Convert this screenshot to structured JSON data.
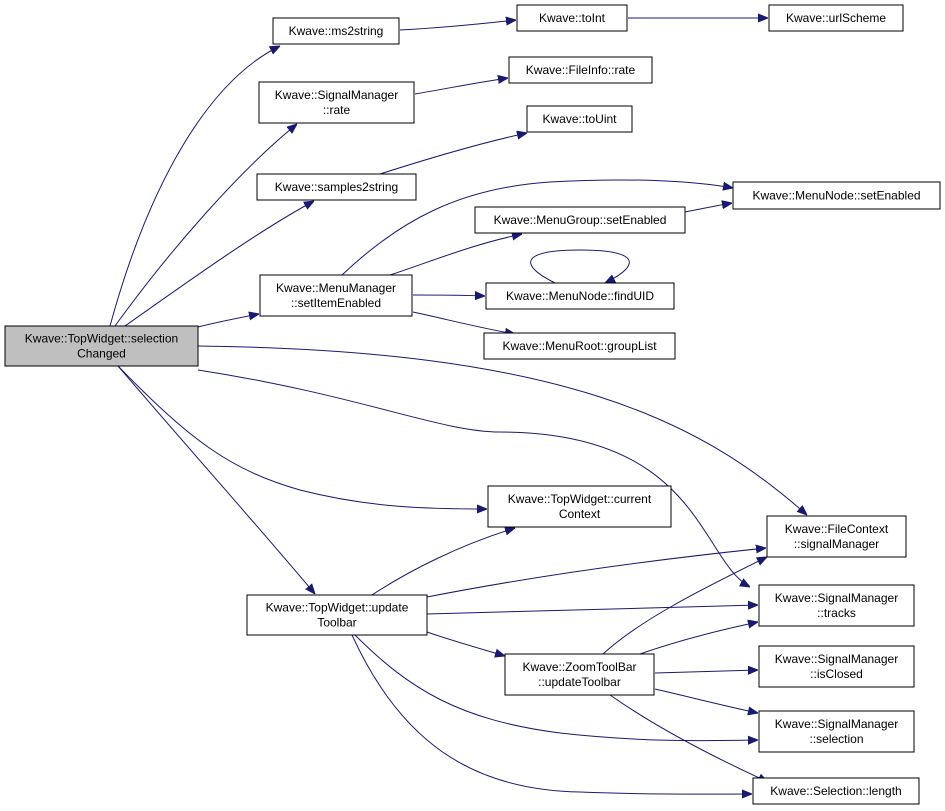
{
  "diagram": {
    "nodes": [
      {
        "id": "selectionChanged",
        "lines": [
          "Kwave::TopWidget::selection",
          "Changed"
        ],
        "root": true
      },
      {
        "id": "ms2string",
        "lines": [
          "Kwave::ms2string"
        ]
      },
      {
        "id": "toInt",
        "lines": [
          "Kwave::toInt"
        ]
      },
      {
        "id": "urlScheme",
        "lines": [
          "Kwave::urlScheme"
        ]
      },
      {
        "id": "fileInfoRate",
        "lines": [
          "Kwave::FileInfo::rate"
        ]
      },
      {
        "id": "signalManagerRate",
        "lines": [
          "Kwave::SignalManager",
          "::rate"
        ]
      },
      {
        "id": "toUint",
        "lines": [
          "Kwave::toUint"
        ]
      },
      {
        "id": "samples2string",
        "lines": [
          "Kwave::samples2string"
        ]
      },
      {
        "id": "menuNodeSetEnabled",
        "lines": [
          "Kwave::MenuNode::setEnabled"
        ]
      },
      {
        "id": "menuGroupSetEnabled",
        "lines": [
          "Kwave::MenuGroup::setEnabled"
        ]
      },
      {
        "id": "setItemEnabled",
        "lines": [
          "Kwave::MenuManager",
          "::setItemEnabled"
        ]
      },
      {
        "id": "findUID",
        "lines": [
          "Kwave::MenuNode::findUID"
        ]
      },
      {
        "id": "groupList",
        "lines": [
          "Kwave::MenuRoot::groupList"
        ]
      },
      {
        "id": "currentContext",
        "lines": [
          "Kwave::TopWidget::current",
          "Context"
        ]
      },
      {
        "id": "fcSignalManager",
        "lines": [
          "Kwave::FileContext",
          "::signalManager"
        ]
      },
      {
        "id": "updateToolbar",
        "lines": [
          "Kwave::TopWidget::update",
          "Toolbar"
        ]
      },
      {
        "id": "tracks",
        "lines": [
          "Kwave::SignalManager",
          "::tracks"
        ]
      },
      {
        "id": "zoomUpdateToolbar",
        "lines": [
          "Kwave::ZoomToolBar",
          "::updateToolbar"
        ]
      },
      {
        "id": "isClosed",
        "lines": [
          "Kwave::SignalManager",
          "::isClosed"
        ]
      },
      {
        "id": "smSelection",
        "lines": [
          "Kwave::SignalManager",
          "::selection"
        ]
      },
      {
        "id": "selectionLength",
        "lines": [
          "Kwave::Selection::length"
        ]
      }
    ],
    "edges": [
      {
        "from": "selectionChanged",
        "to": "ms2string"
      },
      {
        "from": "selectionChanged",
        "to": "signalManagerRate"
      },
      {
        "from": "selectionChanged",
        "to": "samples2string"
      },
      {
        "from": "selectionChanged",
        "to": "setItemEnabled"
      },
      {
        "from": "selectionChanged",
        "to": "fcSignalManager"
      },
      {
        "from": "selectionChanged",
        "to": "tracks"
      },
      {
        "from": "selectionChanged",
        "to": "currentContext"
      },
      {
        "from": "selectionChanged",
        "to": "updateToolbar"
      },
      {
        "from": "ms2string",
        "to": "toInt"
      },
      {
        "from": "toInt",
        "to": "urlScheme"
      },
      {
        "from": "signalManagerRate",
        "to": "fileInfoRate"
      },
      {
        "from": "samples2string",
        "to": "toUint"
      },
      {
        "from": "setItemEnabled",
        "to": "menuNodeSetEnabled"
      },
      {
        "from": "setItemEnabled",
        "to": "menuGroupSetEnabled"
      },
      {
        "from": "setItemEnabled",
        "to": "findUID"
      },
      {
        "from": "setItemEnabled",
        "to": "groupList"
      },
      {
        "from": "menuGroupSetEnabled",
        "to": "menuNodeSetEnabled"
      },
      {
        "from": "findUID",
        "to": "findUID"
      },
      {
        "from": "updateToolbar",
        "to": "currentContext"
      },
      {
        "from": "updateToolbar",
        "to": "fcSignalManager"
      },
      {
        "from": "updateToolbar",
        "to": "tracks"
      },
      {
        "from": "updateToolbar",
        "to": "zoomUpdateToolbar"
      },
      {
        "from": "updateToolbar",
        "to": "smSelection"
      },
      {
        "from": "updateToolbar",
        "to": "selectionLength"
      },
      {
        "from": "zoomUpdateToolbar",
        "to": "fcSignalManager"
      },
      {
        "from": "zoomUpdateToolbar",
        "to": "tracks"
      },
      {
        "from": "zoomUpdateToolbar",
        "to": "isClosed"
      },
      {
        "from": "zoomUpdateToolbar",
        "to": "smSelection"
      },
      {
        "from": "zoomUpdateToolbar",
        "to": "selectionLength"
      }
    ]
  }
}
